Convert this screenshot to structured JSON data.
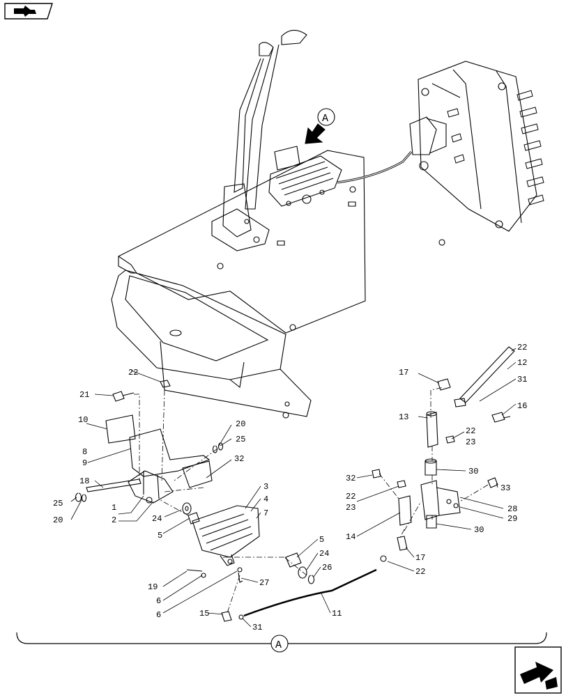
{
  "navigation": {
    "back_icon": "page-back-icon",
    "next_icon": "page-next-icon"
  },
  "view_marker": {
    "letter": "A"
  },
  "callouts": [
    {
      "id": "c22a",
      "label": "22"
    },
    {
      "id": "c21",
      "label": "21"
    },
    {
      "id": "c10",
      "label": "10"
    },
    {
      "id": "c8",
      "label": "8"
    },
    {
      "id": "c9",
      "label": "9"
    },
    {
      "id": "c18",
      "label": "18"
    },
    {
      "id": "c25a",
      "label": "25"
    },
    {
      "id": "c20a",
      "label": "20"
    },
    {
      "id": "c1",
      "label": "1"
    },
    {
      "id": "c2",
      "label": "2"
    },
    {
      "id": "c24a",
      "label": "24"
    },
    {
      "id": "c5a",
      "label": "5"
    },
    {
      "id": "c20b",
      "label": "20"
    },
    {
      "id": "c25b",
      "label": "25"
    },
    {
      "id": "c32a",
      "label": "32"
    },
    {
      "id": "c3",
      "label": "3"
    },
    {
      "id": "c4",
      "label": "4"
    },
    {
      "id": "c7",
      "label": "7"
    },
    {
      "id": "c19",
      "label": "19"
    },
    {
      "id": "c6a",
      "label": "6"
    },
    {
      "id": "c6b",
      "label": "6"
    },
    {
      "id": "c27",
      "label": "27"
    },
    {
      "id": "c5b",
      "label": "5"
    },
    {
      "id": "c24b",
      "label": "24"
    },
    {
      "id": "c26",
      "label": "26"
    },
    {
      "id": "c15",
      "label": "15"
    },
    {
      "id": "c31a",
      "label": "31"
    },
    {
      "id": "c11",
      "label": "11"
    },
    {
      "id": "c17a",
      "label": "17"
    },
    {
      "id": "c13",
      "label": "13"
    },
    {
      "id": "c22b",
      "label": "22"
    },
    {
      "id": "c23a",
      "label": "23"
    },
    {
      "id": "c22c",
      "label": "22"
    },
    {
      "id": "c12",
      "label": "12"
    },
    {
      "id": "c31b",
      "label": "31"
    },
    {
      "id": "c16",
      "label": "16"
    },
    {
      "id": "c30a",
      "label": "30"
    },
    {
      "id": "c32b",
      "label": "32"
    },
    {
      "id": "c22d",
      "label": "22"
    },
    {
      "id": "c23b",
      "label": "23"
    },
    {
      "id": "c33",
      "label": "33"
    },
    {
      "id": "c28",
      "label": "28"
    },
    {
      "id": "c29",
      "label": "29"
    },
    {
      "id": "c14",
      "label": "14"
    },
    {
      "id": "c30b",
      "label": "30"
    },
    {
      "id": "c17b",
      "label": "17"
    },
    {
      "id": "c22e",
      "label": "22"
    }
  ]
}
